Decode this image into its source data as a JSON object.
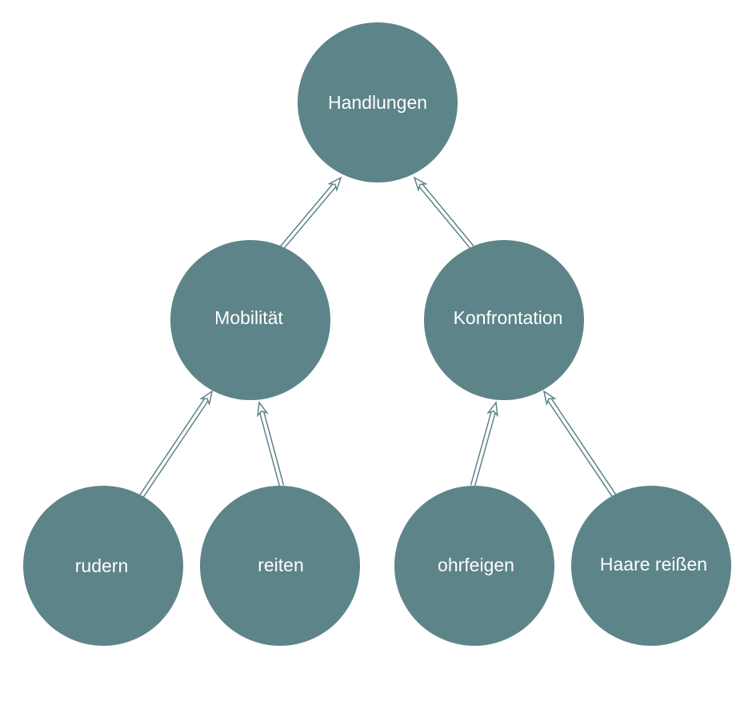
{
  "diagram": {
    "colors": {
      "node_fill": "#5d8489",
      "node_text": "#ffffff",
      "edge": "#5d8489"
    },
    "nodes": [
      {
        "id": "handlungen",
        "label": "Handlungen"
      },
      {
        "id": "mobilitaet",
        "label": "Mobilität"
      },
      {
        "id": "konfrontation",
        "label": "Konfrontation"
      },
      {
        "id": "rudern",
        "label": "rudern"
      },
      {
        "id": "reiten",
        "label": "reiten"
      },
      {
        "id": "ohrfeigen",
        "label": "ohrfeigen"
      },
      {
        "id": "haare",
        "label": "Haare reißen"
      }
    ],
    "edges": [
      {
        "from": "mobilitaet",
        "to": "handlungen"
      },
      {
        "from": "konfrontation",
        "to": "handlungen"
      },
      {
        "from": "rudern",
        "to": "mobilitaet"
      },
      {
        "from": "reiten",
        "to": "mobilitaet"
      },
      {
        "from": "ohrfeigen",
        "to": "konfrontation"
      },
      {
        "from": "haare",
        "to": "konfrontation"
      }
    ]
  }
}
